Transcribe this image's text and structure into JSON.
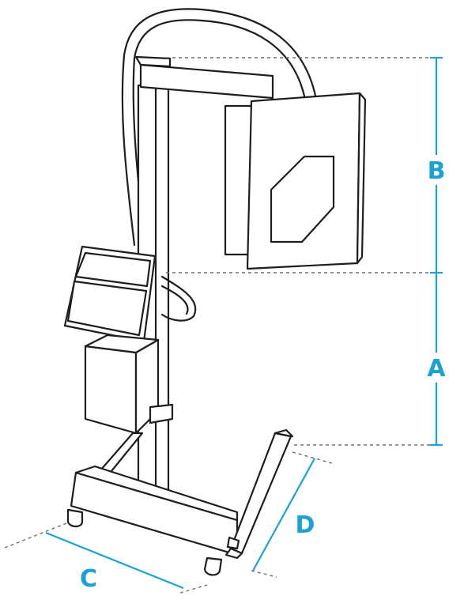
{
  "diagram": {
    "labels": {
      "a": "A",
      "b": "B",
      "c": "C",
      "d": "D"
    },
    "colors": {
      "dimension": "#1aa1d6",
      "guide": "#6f6f6f",
      "outline": "#1e1e1e",
      "background": "#ffffff"
    }
  }
}
